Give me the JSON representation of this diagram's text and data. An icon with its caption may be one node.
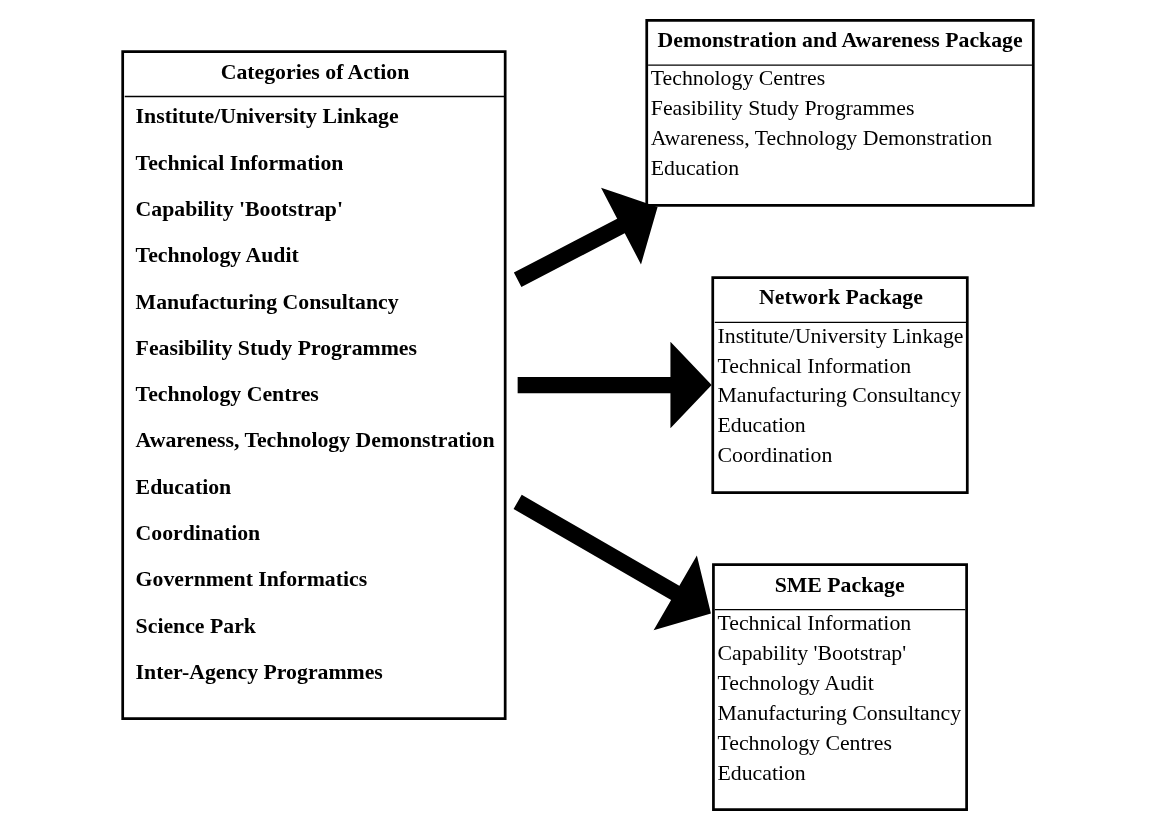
{
  "diagram": {
    "nodes": [
      {
        "text": [
          "Categories of Action",
          "Institute/University Linkage",
          "Technical Information",
          "Capability 'Bootstrap'",
          "Technology Audit",
          "Manufacturing Consultancy",
          "Feasibility Study Programmes",
          "Technology Centres",
          "Awareness, Technology Demonstration",
          "Education",
          "Coordination",
          "Government Informatics",
          "Science Park",
          "Inter-Agency Programmes"
        ]
      },
      {
        "text": [
          "Demonstration and Awareness Package",
          "Technology Centres",
          "Feasibility Study Programmes",
          "Awareness, Technology Demonstration",
          "Education"
        ]
      },
      {
        "text": [
          "Network Package",
          "Institute/University Linkage",
          "Technical Information",
          "Manufacturing Consultancy",
          "Education",
          "Coordination"
        ]
      },
      {
        "text": [
          "SME Package",
          "Technical Information",
          "Capability 'Bootstrap'",
          "Technology Audit",
          "Manufacturing Consultancy",
          "Technology Centres",
          "Education"
        ]
      }
    ],
    "edges": [
      {
        "from": 0,
        "to": 1,
        "arrow": "to"
      },
      {
        "from": 0,
        "to": 2,
        "arrow": "to"
      },
      {
        "from": 0,
        "to": 3,
        "arrow": "to"
      }
    ]
  }
}
